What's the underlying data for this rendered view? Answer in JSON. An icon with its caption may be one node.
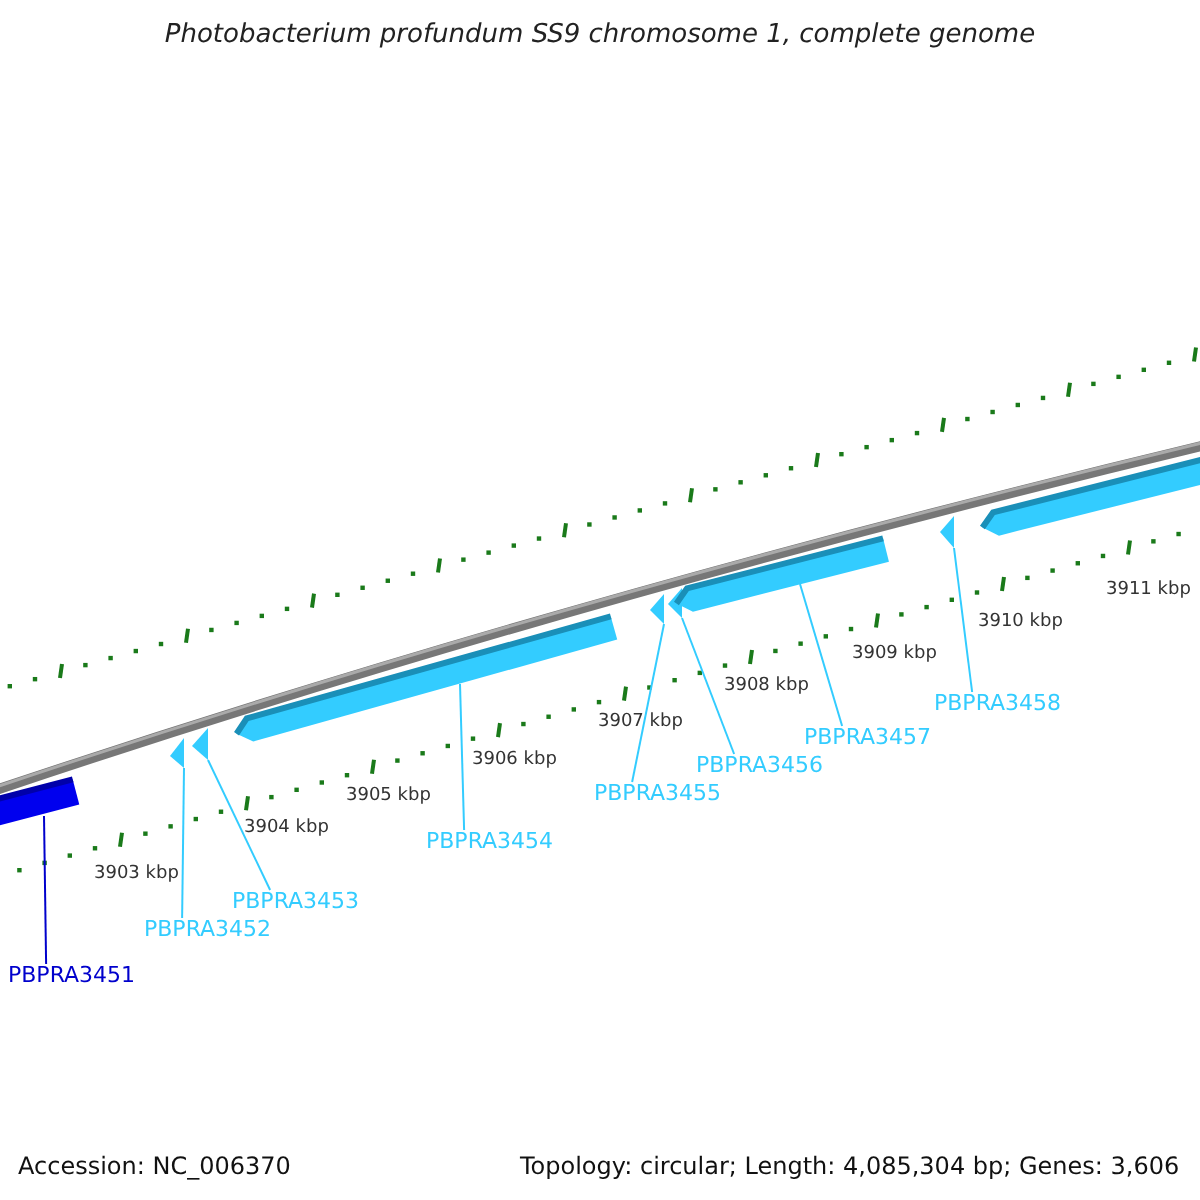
{
  "diagram": {
    "title": "Photobacterium profundum SS9 chromosome 1, complete genome",
    "nodes": [
      {
        "text": [],
        "shape": "bar"
      },
      {
        "text": [],
        "shape": "triangle"
      },
      {
        "text": [],
        "shape": "triangle"
      },
      {
        "text": [],
        "shape": "bar"
      },
      {
        "text": [],
        "shape": "triangle"
      },
      {
        "text": [],
        "shape": "triangle"
      },
      {
        "text": [],
        "shape": "bar"
      },
      {
        "text": [],
        "shape": "triangle"
      },
      {
        "text": [],
        "shape": "bar"
      },
      {
        "text": [
          "PBPRA3451"
        ]
      },
      {
        "text": [
          "PBPRA3452"
        ]
      },
      {
        "text": [
          "PBPRA3453"
        ]
      },
      {
        "text": [
          "PBPRA3454"
        ]
      },
      {
        "text": [
          "PBPRA3455"
        ]
      },
      {
        "text": [
          "PBPRA3456"
        ]
      },
      {
        "text": [
          "PBPRA3457"
        ]
      },
      {
        "text": [
          "PBPRA3458"
        ]
      }
    ],
    "edges": [
      {
        "from": 9,
        "to": 0,
        "arrow": "none",
        "color": "#0000cc"
      },
      {
        "from": 10,
        "to": 1,
        "arrow": "none"
      },
      {
        "from": 11,
        "to": 2,
        "arrow": "none"
      },
      {
        "from": 12,
        "to": 3,
        "arrow": "none"
      },
      {
        "from": 13,
        "to": 4,
        "arrow": "none"
      },
      {
        "from": 14,
        "to": 5,
        "arrow": "none"
      },
      {
        "from": 15,
        "to": 6,
        "arrow": "none"
      },
      {
        "from": 16,
        "to": 7,
        "arrow": "none"
      }
    ],
    "labels": [
      "3903 kbp",
      "3904 kbp",
      "3905 kbp",
      "3906 kbp",
      "3907 kbp",
      "3908 kbp",
      "3909 kbp",
      "3910 kbp",
      "3911 kbp",
      "Accession: NC_006370",
      "Topology: circular; Length: 4,085,304 bp; Genes: 3,606"
    ]
  }
}
